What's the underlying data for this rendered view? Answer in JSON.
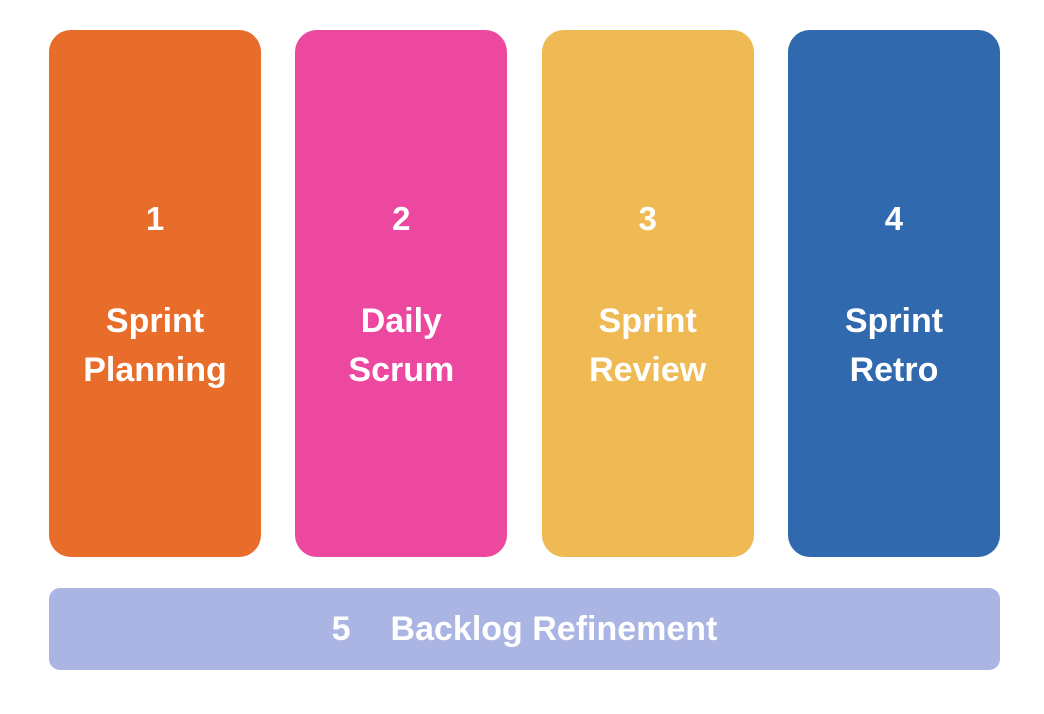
{
  "diagram": {
    "type": "scrum-events-overview",
    "background_color": "#FFFFFF",
    "text_color": "#FFFFFF"
  },
  "events": [
    {
      "number": "1",
      "label": "Sprint\nPlanning",
      "label_line_1": "Sprint",
      "label_line_2": "Planning",
      "color": "#E86C2A",
      "shape": "vertical-card"
    },
    {
      "number": "2",
      "label": "Daily\nScrum",
      "label_line_1": "Daily",
      "label_line_2": "Scrum",
      "color": "#EC489F",
      "shape": "vertical-card"
    },
    {
      "number": "3",
      "label": "Sprint\nReview",
      "label_line_1": "Sprint",
      "label_line_2": "Review",
      "color": "#EFBA53",
      "shape": "vertical-card"
    },
    {
      "number": "4",
      "label": "Sprint\nRetro",
      "label_line_1": "Sprint",
      "label_line_2": "Retro",
      "color": "#3069AE",
      "shape": "vertical-card"
    }
  ],
  "backlog_bar": {
    "number": "5",
    "label": "Backlog Refinement",
    "color": "#AAB5E3",
    "shape": "horizontal-bar"
  }
}
